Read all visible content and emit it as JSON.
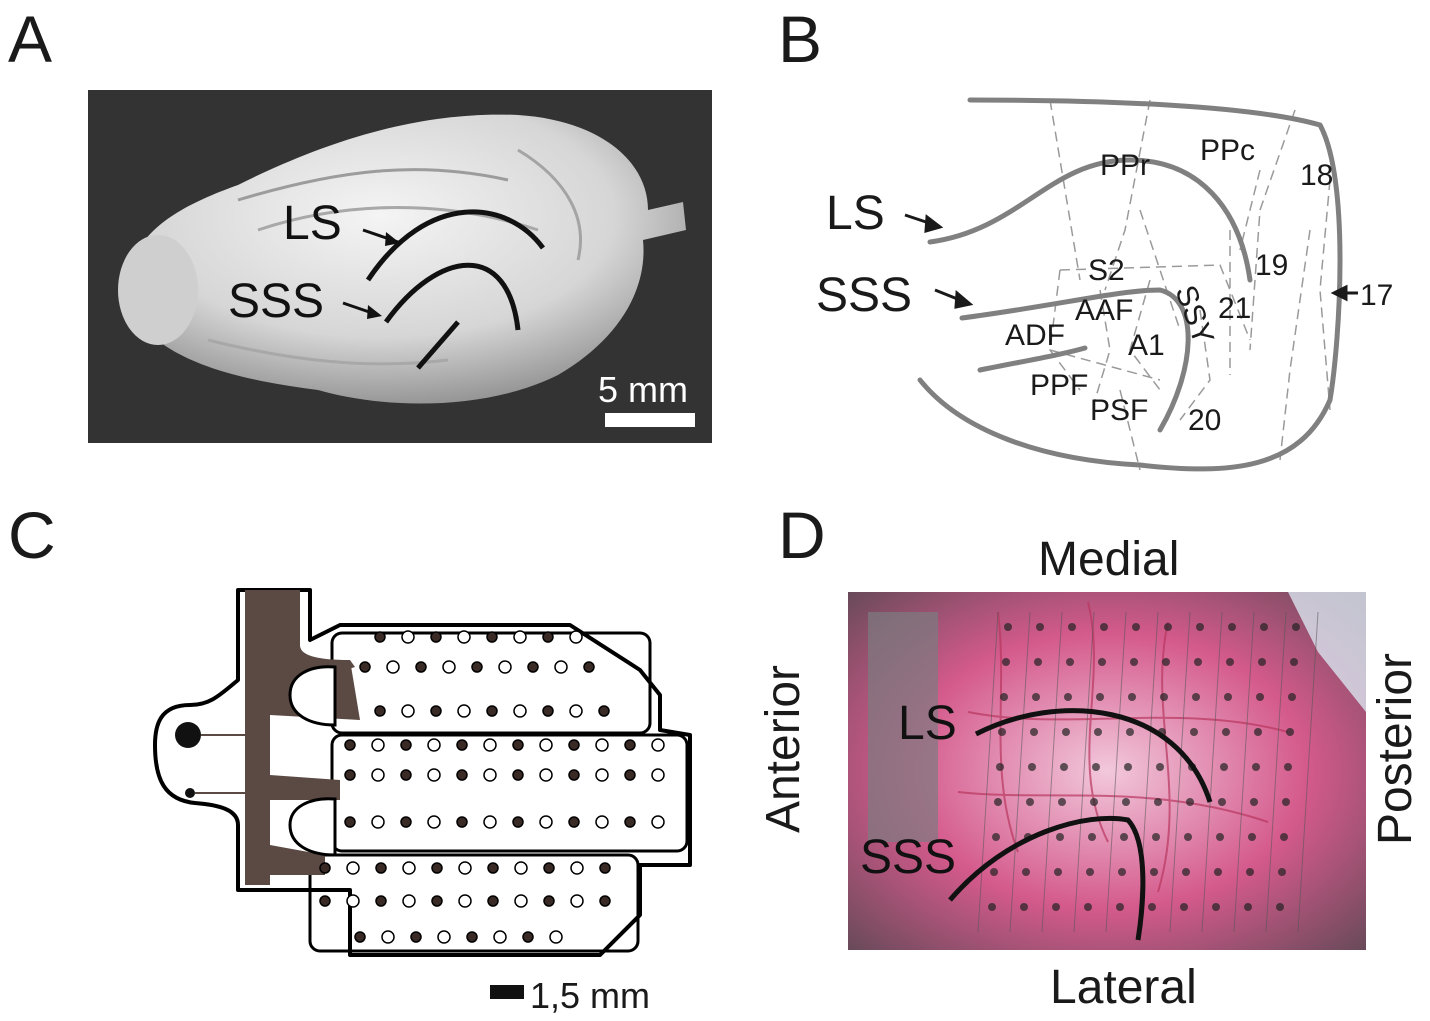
{
  "panels": {
    "a": {
      "letter": "A",
      "ls": "LS",
      "sss": "SSS",
      "scale": "5 mm"
    },
    "b": {
      "letter": "B",
      "ls": "LS",
      "sss": "SSS",
      "areas": {
        "ppr": "PPr",
        "ppc": "PPc",
        "a18": "18",
        "a19": "19",
        "s2": "S2",
        "aaf": "AAF",
        "ssy": "SSY",
        "a21": "21",
        "a17": "17",
        "adf": "ADF",
        "a1": "A1",
        "ppf": "PPF",
        "psf": "PSF",
        "a20": "20"
      }
    },
    "c": {
      "letter": "C",
      "scale": "1,5 mm"
    },
    "d": {
      "letter": "D",
      "medial": "Medial",
      "lateral": "Lateral",
      "anterior": "Anterior",
      "posterior": "Posterior",
      "ls": "LS",
      "sss": "SSS"
    }
  },
  "colors": {
    "sulcus_gray": "#808080",
    "photo_bg": "#333333",
    "trace": "#5b4a44",
    "tissue": "#d45a8c"
  }
}
